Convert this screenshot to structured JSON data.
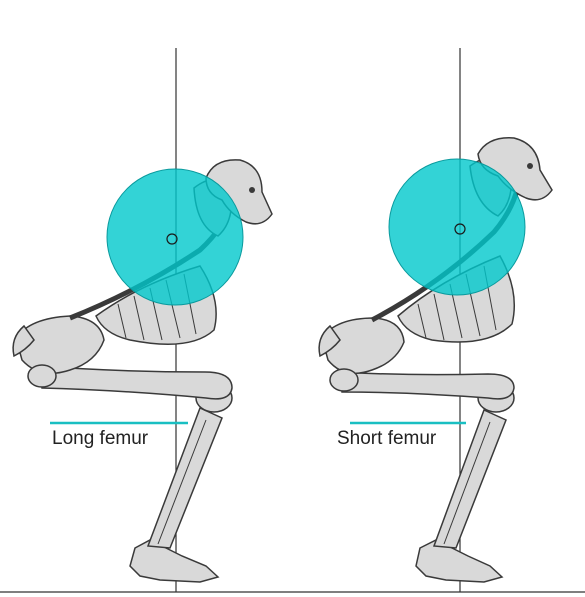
{
  "figures": [
    {
      "id": "long",
      "label": "Long femur"
    },
    {
      "id": "short",
      "label": "Short femur"
    }
  ],
  "colors": {
    "barbell": "#00c8cc",
    "bone_fill": "#d9d9d9",
    "bone_stroke": "#3a3a3a",
    "plumb_line": "#333333",
    "femur_marker": "#19bfc2",
    "text": "#222222"
  }
}
